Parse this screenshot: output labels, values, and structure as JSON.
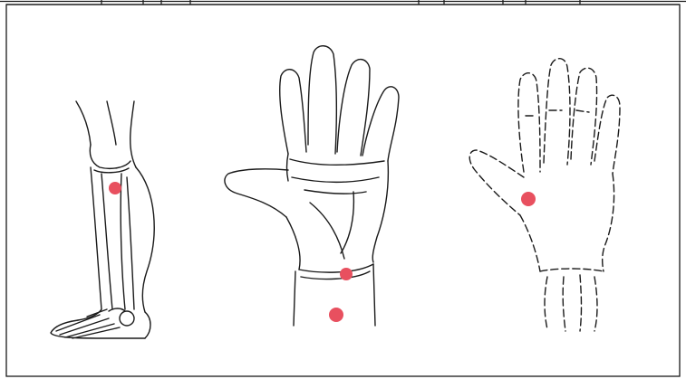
{
  "figure": {
    "panels": [
      {
        "id": "leg",
        "subject": "lower-leg-and-foot",
        "points": 1
      },
      {
        "id": "palm",
        "subject": "palm-of-hand",
        "points": 2
      },
      {
        "id": "back-of-hand",
        "subject": "back-of-hand",
        "points": 1
      }
    ]
  },
  "colors": {
    "ink": "#1a1a1a",
    "point": "#e8505f",
    "paper": "#ffffff"
  }
}
